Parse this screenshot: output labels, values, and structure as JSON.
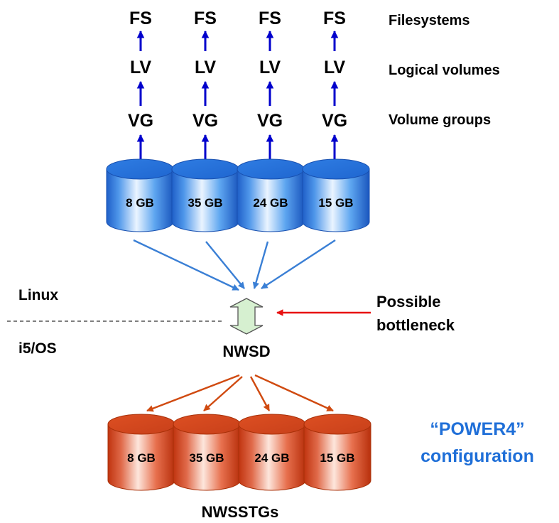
{
  "stack": {
    "columns": [
      {
        "fs": "FS",
        "lv": "LV",
        "vg": "VG"
      },
      {
        "fs": "FS",
        "lv": "LV",
        "vg": "VG"
      },
      {
        "fs": "FS",
        "lv": "LV",
        "vg": "VG"
      },
      {
        "fs": "FS",
        "lv": "LV",
        "vg": "VG"
      }
    ],
    "side_labels": {
      "filesystems": "Filesystems",
      "logical_volumes": "Logical volumes",
      "volume_groups": "Volume groups"
    }
  },
  "linux_disks": [
    "8 GB",
    "35 GB",
    "24 GB",
    "15 GB"
  ],
  "os_labels": {
    "linux": "Linux",
    "i5os": "i5/OS"
  },
  "nwsd_label": "NWSD",
  "bottleneck": {
    "line1": "Possible",
    "line2": "bottleneck"
  },
  "storage_disks": [
    "8 GB",
    "35 GB",
    "24 GB",
    "15 GB"
  ],
  "storage_label": "NWSSTGs",
  "config": {
    "line1": "“POWER4”",
    "line2": "configuration"
  },
  "colors": {
    "blue_arrow": "#0000cc",
    "disk_arrow": "#3a7fd5",
    "bottleneck_arrow": "#e81010",
    "orange_arrow": "#d04a10",
    "config_text": "#1f6fd8",
    "nwsd_fill": "#d6f0d0"
  }
}
